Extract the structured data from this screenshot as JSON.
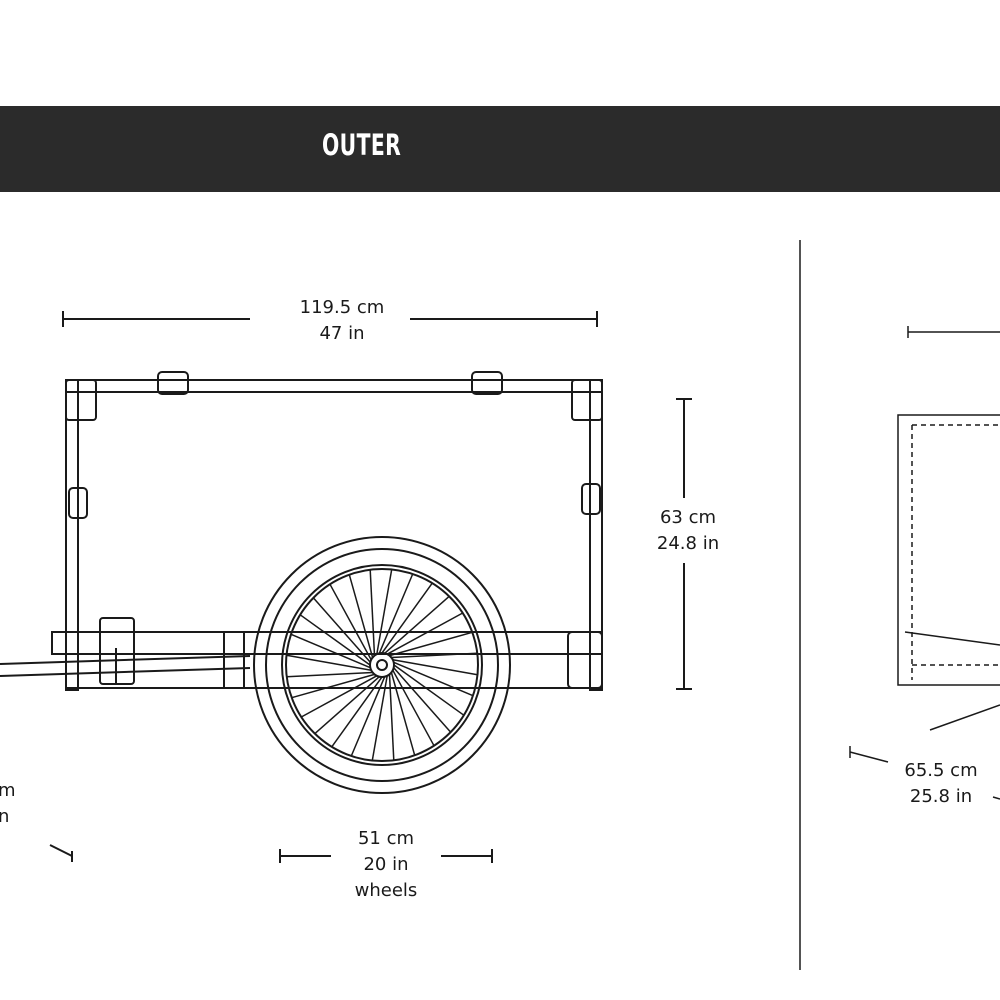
{
  "banner": {
    "title": "OUTER"
  },
  "dimensions": {
    "length": {
      "metric": "119.5 cm",
      "imperial": "47 in"
    },
    "height": {
      "metric": "63 cm",
      "imperial": "24.8 in"
    },
    "wheels": {
      "metric": "51 cm",
      "imperial": "20 in",
      "note": "wheels"
    },
    "hitch": {
      "metric": "m",
      "imperial": "n"
    },
    "depth": {
      "metric": "65.5 cm",
      "imperial": "25.8 in"
    }
  },
  "colors": {
    "banner": "#2b2b2b",
    "banner_text": "#ffffff",
    "line": "#1a1a1a"
  }
}
